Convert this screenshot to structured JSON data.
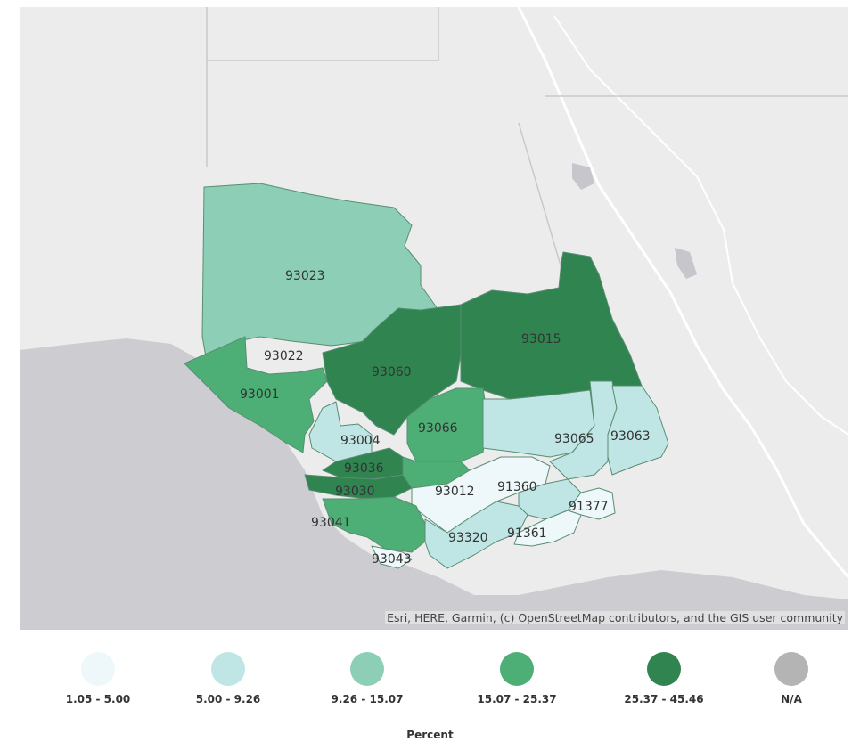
{
  "map": {
    "attribution": "Esri, HERE, Garmin, (c) OpenStreetMap contributors, and the GIS user community",
    "colors": {
      "land": "#ececec",
      "ocean": "#cdcdd1",
      "road": "#ffffff",
      "border": "#c9c9c9",
      "zip_outline": "#5a8d73"
    },
    "zip_codes": [
      {
        "zip": "93023",
        "class": 2
      },
      {
        "zip": "93022",
        "class": 3
      },
      {
        "zip": "93001",
        "class": 3
      },
      {
        "zip": "93060",
        "class": 4
      },
      {
        "zip": "93015",
        "class": 4
      },
      {
        "zip": "93066",
        "class": 3
      },
      {
        "zip": "93004",
        "class": 1
      },
      {
        "zip": "93065",
        "class": 1
      },
      {
        "zip": "93063",
        "class": 1
      },
      {
        "zip": "93036",
        "class": 4
      },
      {
        "zip": "93030",
        "class": 4
      },
      {
        "zip": "93012",
        "class": 0
      },
      {
        "zip": "91360",
        "class": 1
      },
      {
        "zip": "91377",
        "class": 0
      },
      {
        "zip": "93041",
        "class": 3
      },
      {
        "zip": "93320",
        "class": 1
      },
      {
        "zip": "91361",
        "class": 0
      },
      {
        "zip": "93043",
        "class": 0
      }
    ]
  },
  "legend": {
    "title": "Percent",
    "classes": [
      {
        "label": "1.05 - 5.00",
        "color": "#eef8fa"
      },
      {
        "label": "5.00 - 9.26",
        "color": "#bfe5e4"
      },
      {
        "label": "9.26 - 15.07",
        "color": "#8ccfb6"
      },
      {
        "label": "15.07 - 25.37",
        "color": "#4daf75"
      },
      {
        "label": "25.37 - 45.46",
        "color": "#2f8450"
      },
      {
        "label": "N/A",
        "color": "#b4b4b4"
      }
    ]
  }
}
